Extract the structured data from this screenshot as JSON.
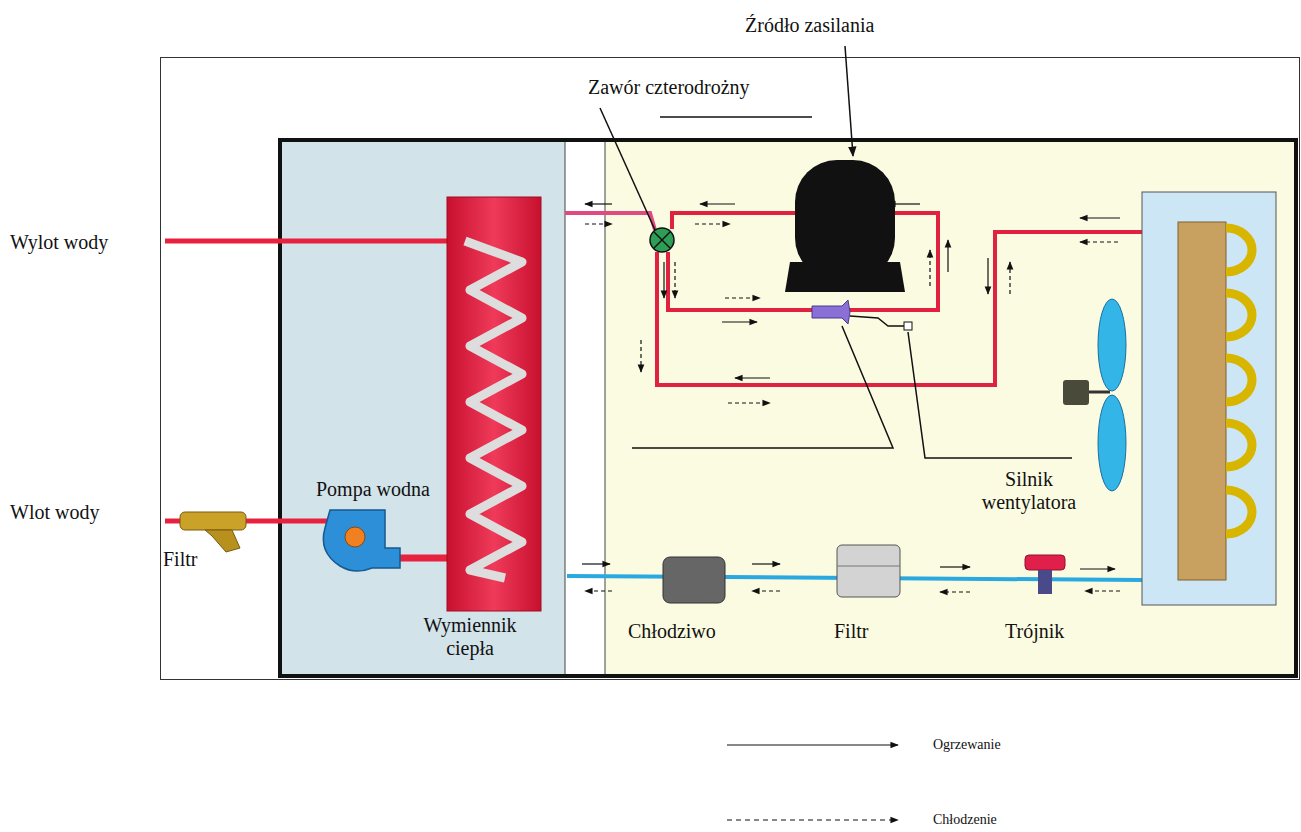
{
  "diagram": {
    "labels": [
      "Źródło zasilania",
      "Zawór czterodrożny",
      "Wylot wody",
      "Wlot wody",
      "Filtr",
      "Pompa wodna",
      "Wymiennik ciepła",
      "Chłodziwo",
      "Filtr",
      "Trójnik",
      "Silnik wentylatora"
    ],
    "legend": [
      {
        "text": "Ogrzewanie"
      },
      {
        "text": "Chłodzenie"
      }
    ]
  }
}
